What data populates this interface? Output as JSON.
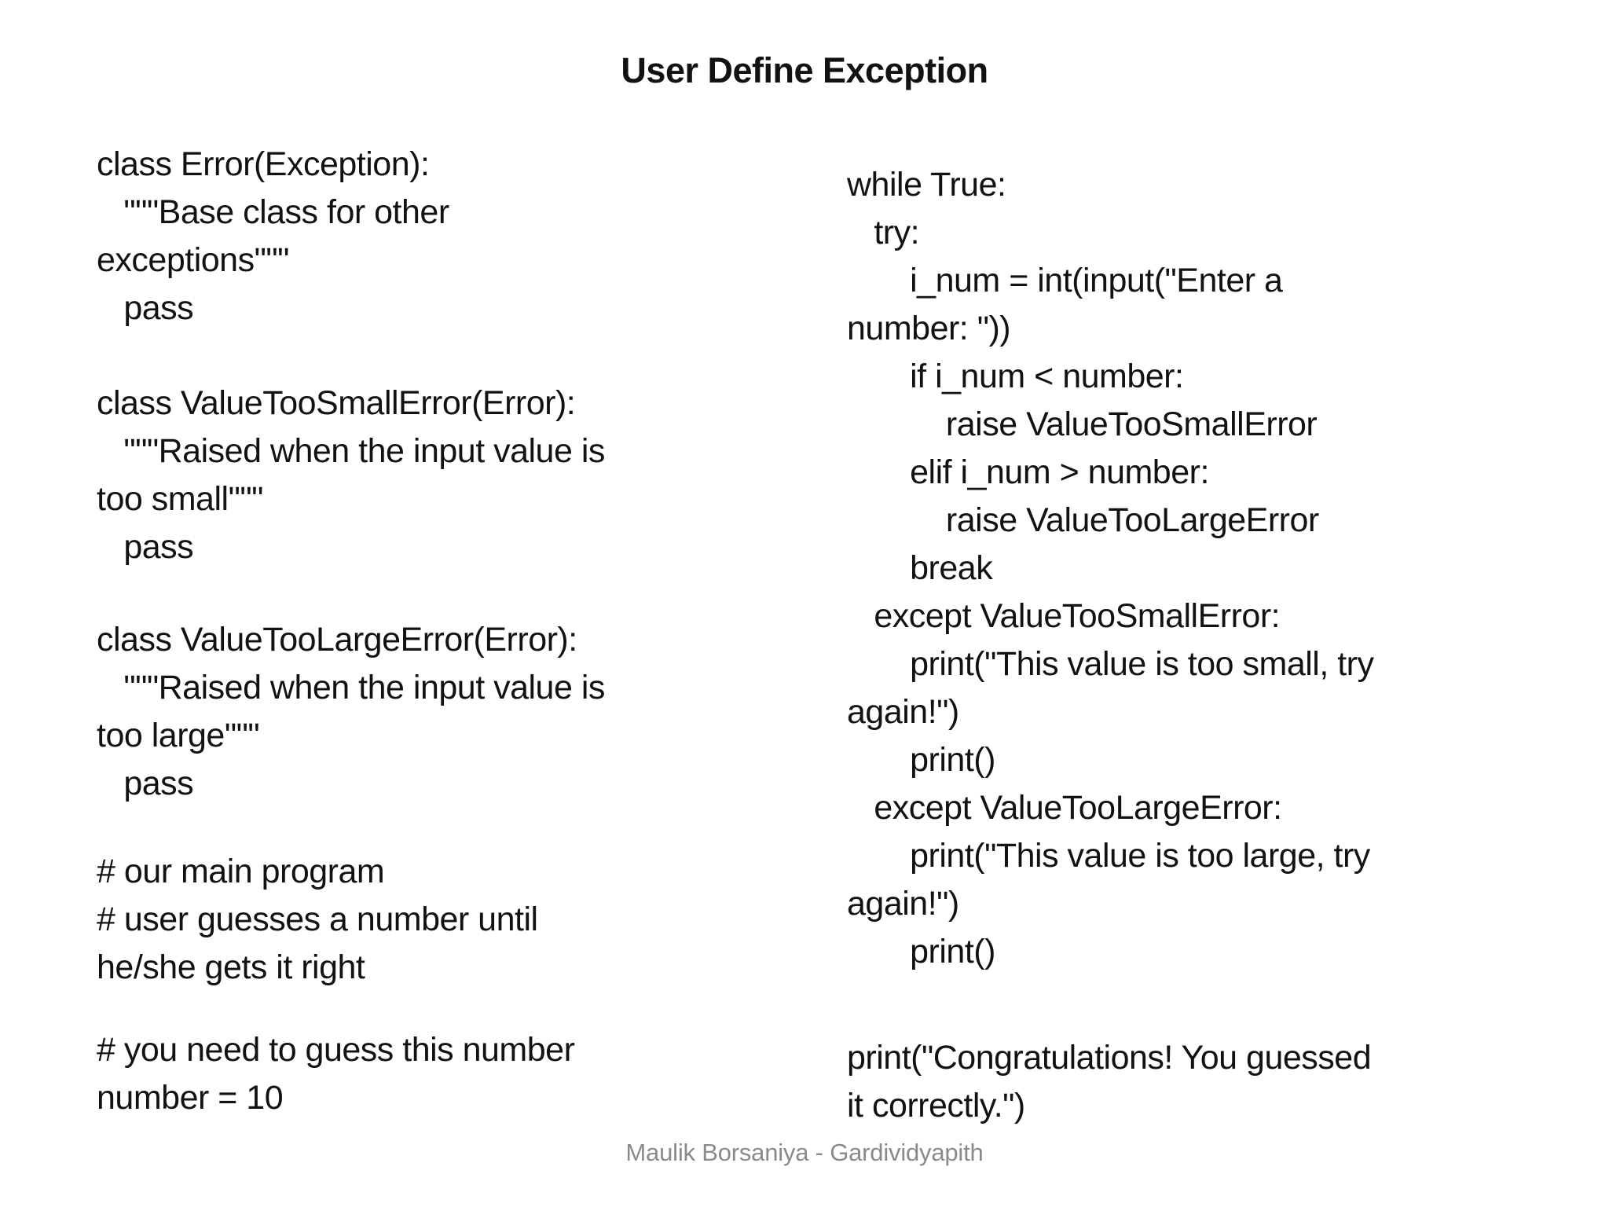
{
  "slide": {
    "title": "User Define Exception",
    "footer": "Maulik Borsaniya - Gardividyapith",
    "background_color": "#ffffff",
    "text_color": "#121212",
    "footer_color": "#8a8a8a"
  },
  "left_code": {
    "blocks": [
      {
        "lines": [
          "class Error(Exception):",
          "   \"\"\"Base class for other",
          "exceptions\"\"\"",
          "   pass"
        ]
      },
      {
        "lines": [
          "class ValueTooSmallError(Error):",
          "   \"\"\"Raised when the input value is",
          "too small\"\"\"",
          "   pass"
        ]
      },
      {
        "lines": [
          "class ValueTooLargeError(Error):",
          "   \"\"\"Raised when the input value is",
          "too large\"\"\"",
          "   pass"
        ]
      },
      {
        "lines": [
          "# our main program",
          "# user guesses a number until",
          "he/she gets it right"
        ]
      },
      {
        "lines": [
          "# you need to guess this number",
          "number = 10"
        ]
      }
    ]
  },
  "right_code": {
    "blocks": [
      {
        "lines": [
          "while True:",
          "   try:",
          "       i_num = int(input(\"Enter a",
          "number: \"))",
          "       if i_num < number:",
          "           raise ValueTooSmallError",
          "       elif i_num > number:",
          "           raise ValueTooLargeError",
          "       break",
          "   except ValueTooSmallError:",
          "       print(\"This value is too small, try",
          "again!\")",
          "       print()",
          "   except ValueTooLargeError:",
          "       print(\"This value is too large, try",
          "again!\")",
          "       print()"
        ]
      },
      {
        "lines": [
          "print(\"Congratulations! You guessed",
          "it correctly.\")"
        ]
      }
    ]
  }
}
